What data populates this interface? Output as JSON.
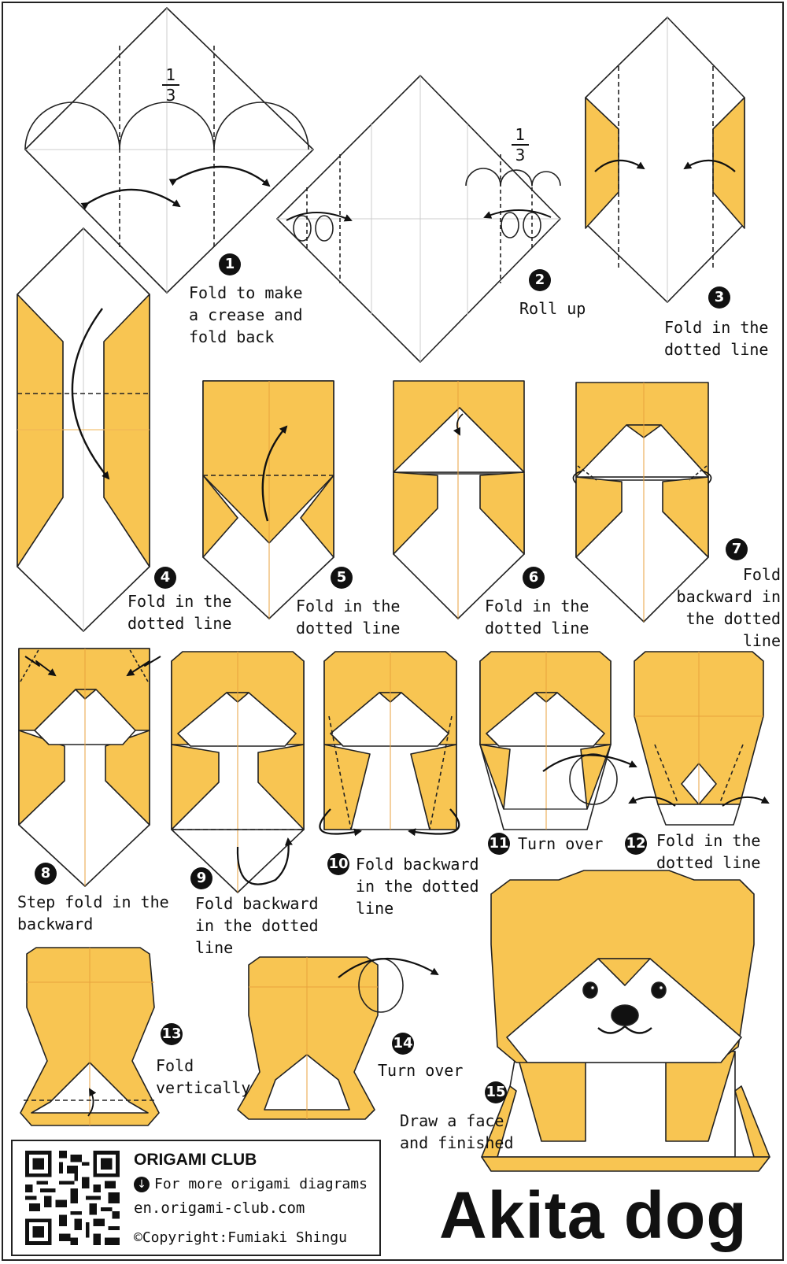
{
  "steps": [
    {
      "number": "1",
      "text": "Fold to make\na crease and\nfold back"
    },
    {
      "number": "2",
      "text": "Roll up"
    },
    {
      "number": "3",
      "text": "Fold in the\ndotted line"
    },
    {
      "number": "4",
      "text": "Fold in the\ndotted line"
    },
    {
      "number": "5",
      "text": "Fold in the\ndotted line"
    },
    {
      "number": "6",
      "text": "Fold in the\ndotted line"
    },
    {
      "number": "7",
      "text": "Fold\nbackward in\nthe dotted line"
    },
    {
      "number": "8",
      "text": "Step fold in the\nbackward"
    },
    {
      "number": "9",
      "text": "Fold backward\nin the dotted\nline"
    },
    {
      "number": "10",
      "text": "Fold backward\nin the dotted\nline"
    },
    {
      "number": "11",
      "text": "Turn over"
    },
    {
      "number": "12",
      "text": "Fold in the\ndotted line"
    },
    {
      "number": "13",
      "text": "Fold\nvertically"
    },
    {
      "number": "14",
      "text": "Turn over"
    },
    {
      "number": "15",
      "text": "Draw a face\nand finished"
    }
  ],
  "fractions": {
    "numerator": "1",
    "denominator": "3"
  },
  "title": "Akita dog",
  "club": {
    "name": "ORIGAMI CLUB",
    "more_icon": "download-arrow-icon",
    "more_glyph": "↓",
    "more_text": "For more origami diagrams",
    "url": "en.origami-club.com",
    "copyright": "©Copyright:Fumiaki Shingu"
  },
  "colors": {
    "paper": "#f8c552",
    "white": "#ffffff",
    "line": "#222222",
    "crease": "#e8a23c"
  }
}
